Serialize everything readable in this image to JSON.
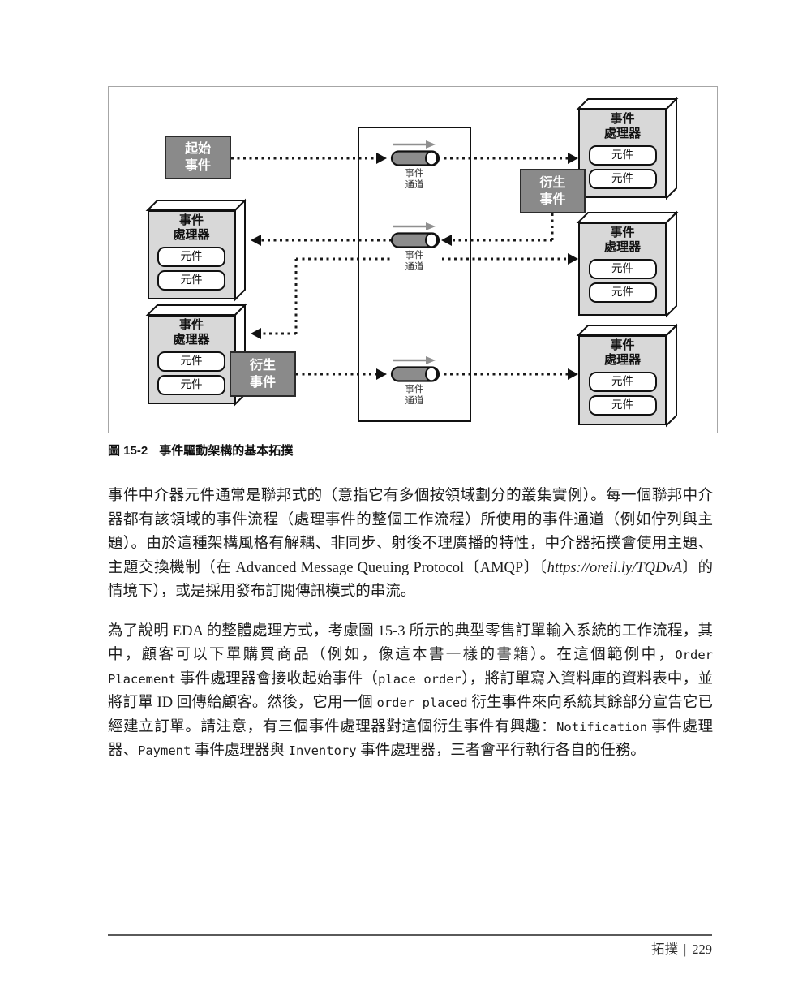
{
  "figure": {
    "caption_label": "圖 15-2",
    "caption_text": "事件驅動架構的基本拓撲",
    "diagram": {
      "initiating_event": {
        "line1": "起始",
        "line2": "事件"
      },
      "derived_event": {
        "line1": "衍生",
        "line2": "事件"
      },
      "processor": {
        "title_line1": "事件",
        "title_line2": "處理器",
        "component": "元件"
      },
      "channel": {
        "label_line1": "事件",
        "label_line2": "通道"
      },
      "colors": {
        "event_box_fill": "#8a8a8a",
        "processor_face": "#d8d8d8",
        "channel_pill": "#8c8c8c",
        "line_color": "#1a1a1a",
        "figure_border": "#a6a6a6"
      }
    }
  },
  "body": {
    "p1": {
      "s0": "事件中介器元件通常是聯邦式的（意指它有多個按領域劃分的叢集實例）。每一個聯邦中介器都有該領域的事件流程（處理事件的整個工作流程）所使用的事件通道（例如佇列與主題）。由於這種架構風格有解耦、非同步、射後不理廣播的特性，中介器拓撲會使用主題、主題交換機制（在 ",
      "s1": "Advanced Message Queuing Protocol",
      "s2": "〔AMQP〕〔",
      "s3": "https://oreil.ly/TQDvA",
      "s4": "〕的情境下），或是採用發布訂閱傳訊模式的串流。"
    },
    "p2": {
      "s0": "為了說明 EDA 的整體處理方式，考慮圖 15-3 所示的典型零售訂單輸入系統的工作流程，其中，顧客可以下單購買商品（例如，像這本書一樣的書籍）。在這個範例中，",
      "s1": "Order Placement",
      "s2": " 事件處理器會接收起始事件（",
      "s3": "place order",
      "s4": "），將訂單寫入資料庫的資料表中，並將訂單 ID 回傳給顧客。然後，它用一個 ",
      "s5": "order placed",
      "s6": " 衍生事件來向系統其餘部分宣告它已經建立訂單。請注意，有三個事件處理器對這個衍生事件有興趣：",
      "s7": "Notification",
      "s8": " 事件處理器、",
      "s9": "Payment",
      "s10": " 事件處理器與 ",
      "s11": "Inventory",
      "s12": " 事件處理器，三者會平行執行各自的任務。"
    }
  },
  "page": {
    "footer": {
      "section": "拓撲",
      "separator": "|",
      "page_number": "229"
    }
  }
}
